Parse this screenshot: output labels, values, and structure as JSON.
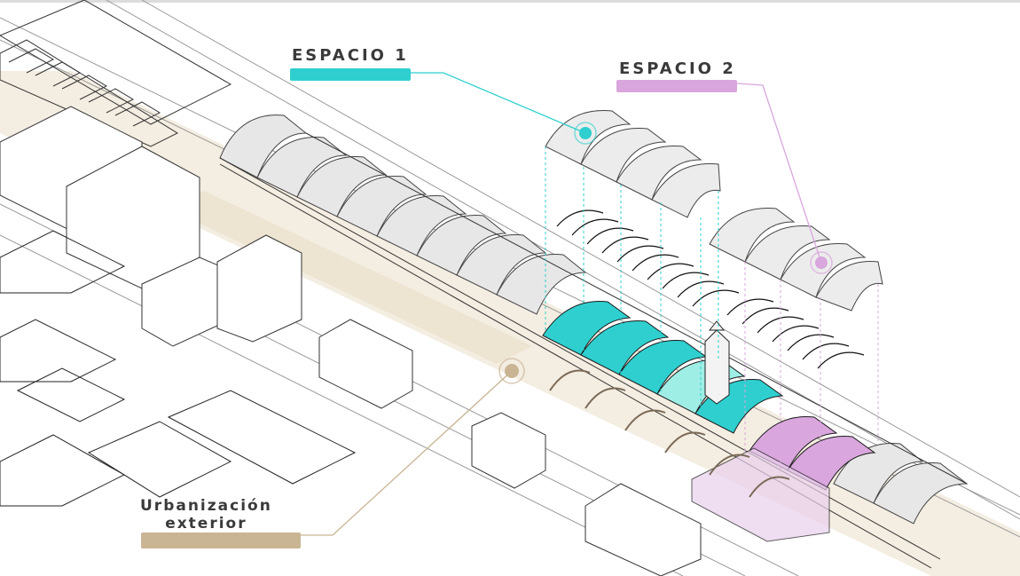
{
  "labels": {
    "espacio1": "ESPACIO 1",
    "espacio2": "ESPACIO 2",
    "urbanizacion_line1": "Urbanización",
    "urbanizacion_line2": "exterior"
  },
  "colors": {
    "espacio1": "#2fcfcf",
    "espacio2": "#d9a6dd",
    "urbanizacion": "#c9b494",
    "line_gray": "#2b2b2b",
    "roof_fill": "#e9e9e9"
  }
}
